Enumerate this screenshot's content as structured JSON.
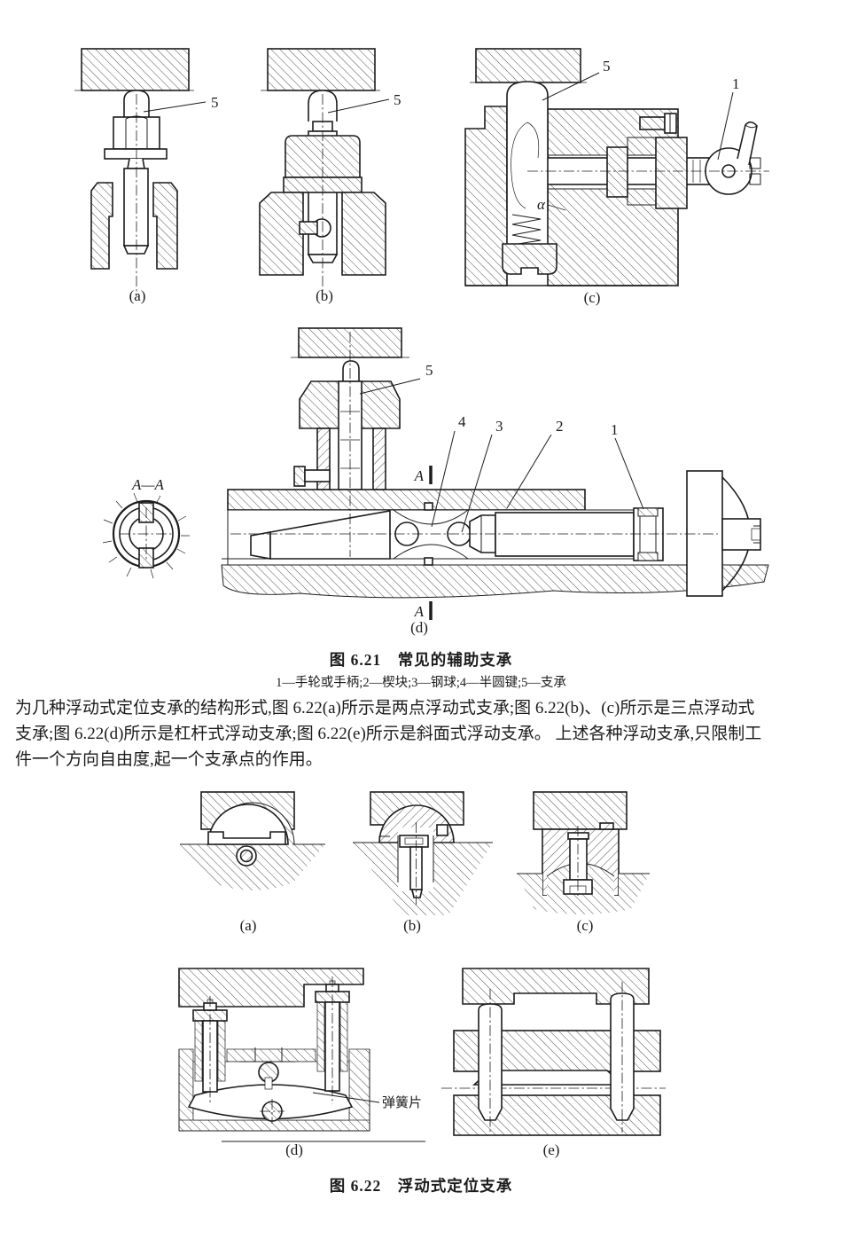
{
  "page": {
    "bg": "#ffffff",
    "ink": "#1c1c1c"
  },
  "figure_6_21": {
    "caption": "图 6.21　常见的辅助支承",
    "legend": "1—手轮或手柄;2—楔块;3—钢球;4—半圆键;5—支承",
    "labels": {
      "a": "(a)",
      "b": "(b)",
      "c": "(c)",
      "d": "(d)",
      "part1": "1",
      "part2": "2",
      "part3": "3",
      "part4": "4",
      "part5": "5",
      "alpha": "α",
      "section": "A—A",
      "section_mark": "A"
    }
  },
  "paragraph": {
    "line1": "为几种浮动式定位支承的结构形式,图 6.22(a)所示是两点浮动式支承;图 6.22(b)、(c)所示是三点浮动式",
    "line2": "支承;图 6.22(d)所示是杠杆式浮动支承;图 6.22(e)所示是斜面式浮动支承。 上述各种浮动支承,只限制工",
    "line3": "件一个方向自由度,起一个支承点的作用。"
  },
  "figure_6_22": {
    "caption": "图 6.22　浮动式定位支承",
    "labels": {
      "a": "(a)",
      "b": "(b)",
      "c": "(c)",
      "d": "(d)",
      "e": "(e)",
      "spring_leaf": "弹簧片"
    }
  }
}
